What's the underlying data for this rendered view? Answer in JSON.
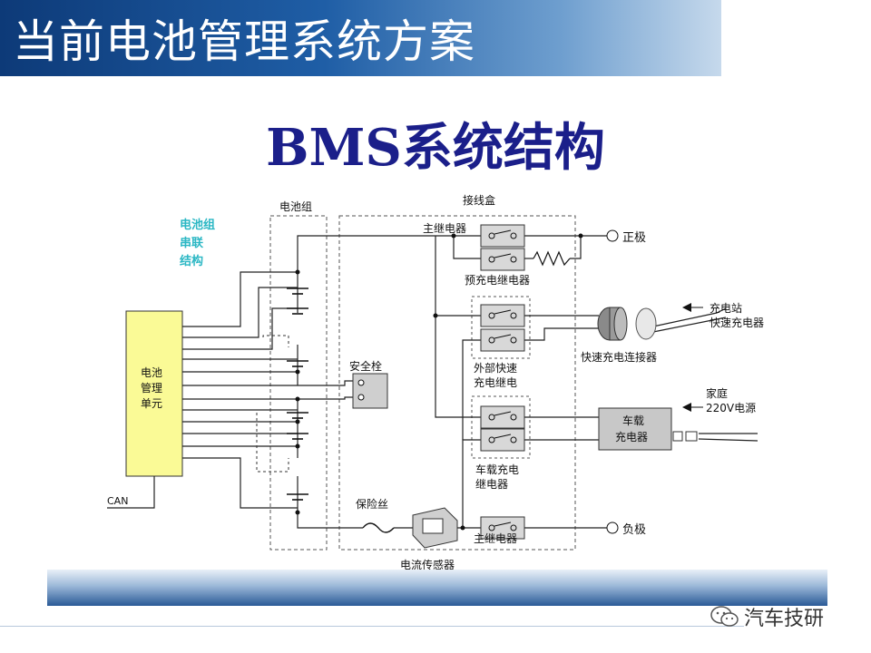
{
  "header": {
    "title": "当前电池管理系统方案"
  },
  "slide": {
    "title": "BMS系统结构"
  },
  "diagram": {
    "battery_pack": "电池组",
    "junction_box": "接线盒",
    "series_structure": [
      "电池组",
      "串联",
      "结构"
    ],
    "bmu": [
      "电池",
      "管理",
      "单元"
    ],
    "can": "CAN",
    "safety_plug": "安全栓",
    "fuse": "保险丝",
    "current_sensor": "电流传感器",
    "main_relay_top": "主继电器",
    "precharge_relay": "预充电继电器",
    "fast_charge_relay": [
      "外部快速",
      "充电继电"
    ],
    "onboard_relay": [
      "车载充电",
      "继电器"
    ],
    "main_relay_bottom": "主继电器",
    "positive": "正极",
    "negative": "负极",
    "fast_connector": "快速充电连接器",
    "charging_station": [
      "充电站",
      "快速充电器"
    ],
    "home_power": [
      "家庭",
      "220V电源"
    ],
    "onboard_charger": [
      "车载",
      "充电器"
    ]
  },
  "watermark": {
    "text": "汽车技研",
    "icon": "wechat-icon"
  }
}
